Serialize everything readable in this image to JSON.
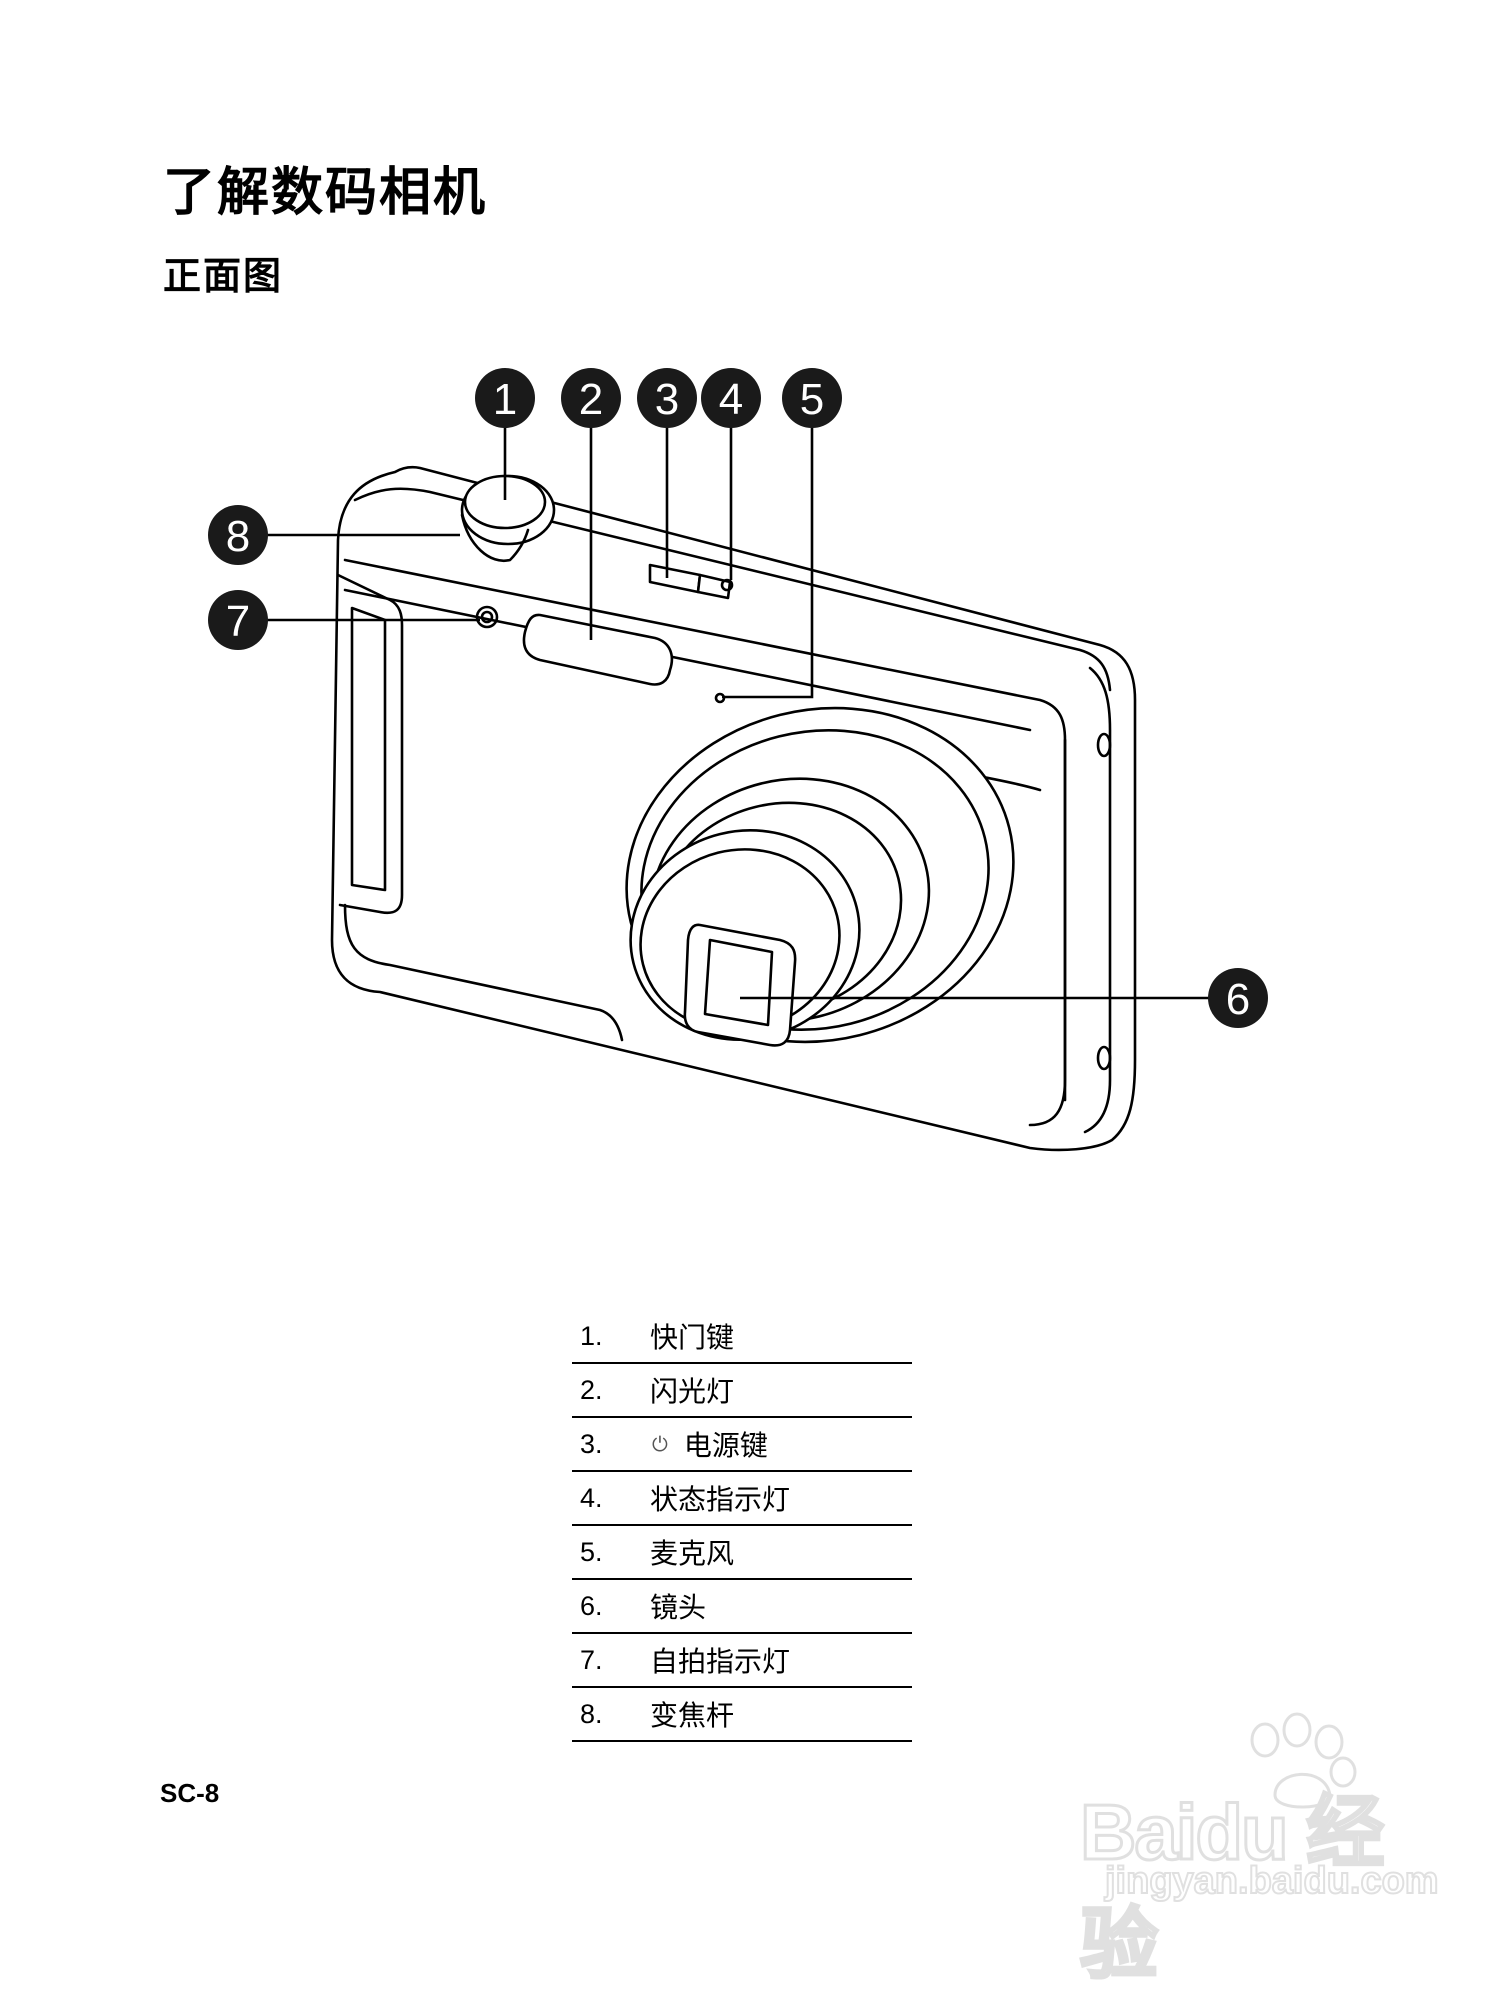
{
  "page": {
    "title": "了解数码相机",
    "subtitle": "正面图",
    "footer": "SC-8"
  },
  "callouts": [
    "1",
    "2",
    "3",
    "4",
    "5",
    "6",
    "7",
    "8"
  ],
  "parts": [
    {
      "num": "1.",
      "label": "快门键"
    },
    {
      "num": "2.",
      "label": "闪光灯"
    },
    {
      "num": "3.",
      "icon": "power-icon",
      "label": "电源键"
    },
    {
      "num": "4.",
      "label": "状态指示灯"
    },
    {
      "num": "5.",
      "label": "麦克风"
    },
    {
      "num": "6.",
      "label": "镜头"
    },
    {
      "num": "7.",
      "label": "自拍指示灯"
    },
    {
      "num": "8.",
      "label": "变焦杆"
    }
  ],
  "watermark": {
    "logo": "Baidu 经验",
    "url": "jingyan.baidu.com"
  }
}
